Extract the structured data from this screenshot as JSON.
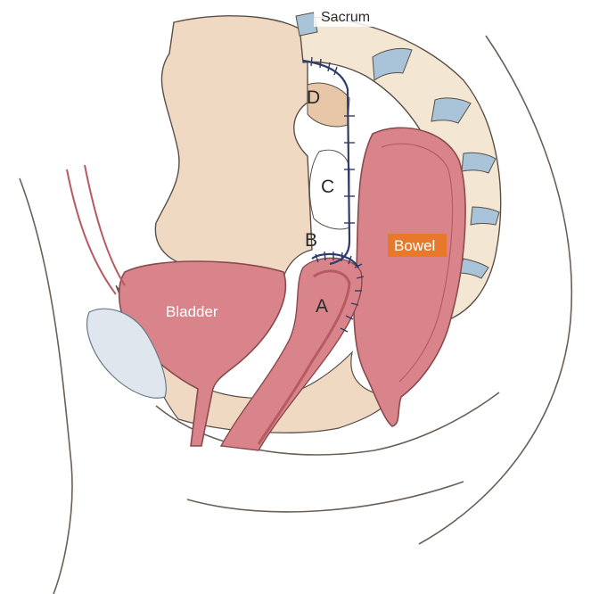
{
  "labels": {
    "sacrum": "Sacrum",
    "d": "D",
    "c": "C",
    "b": "B",
    "a": "A",
    "bladder": "Bladder",
    "bowel": "Bowel"
  },
  "colors": {
    "outline": "#5a4f48",
    "skin_fill": "#efd9c3",
    "bone_fill": "#f3e6d3",
    "disc_fill": "#a9c3d8",
    "organ_pink": "#d9848a",
    "organ_dark": "#b85a62",
    "bowel_tag": "#e8792a",
    "mesh": "#2f3b6b"
  }
}
